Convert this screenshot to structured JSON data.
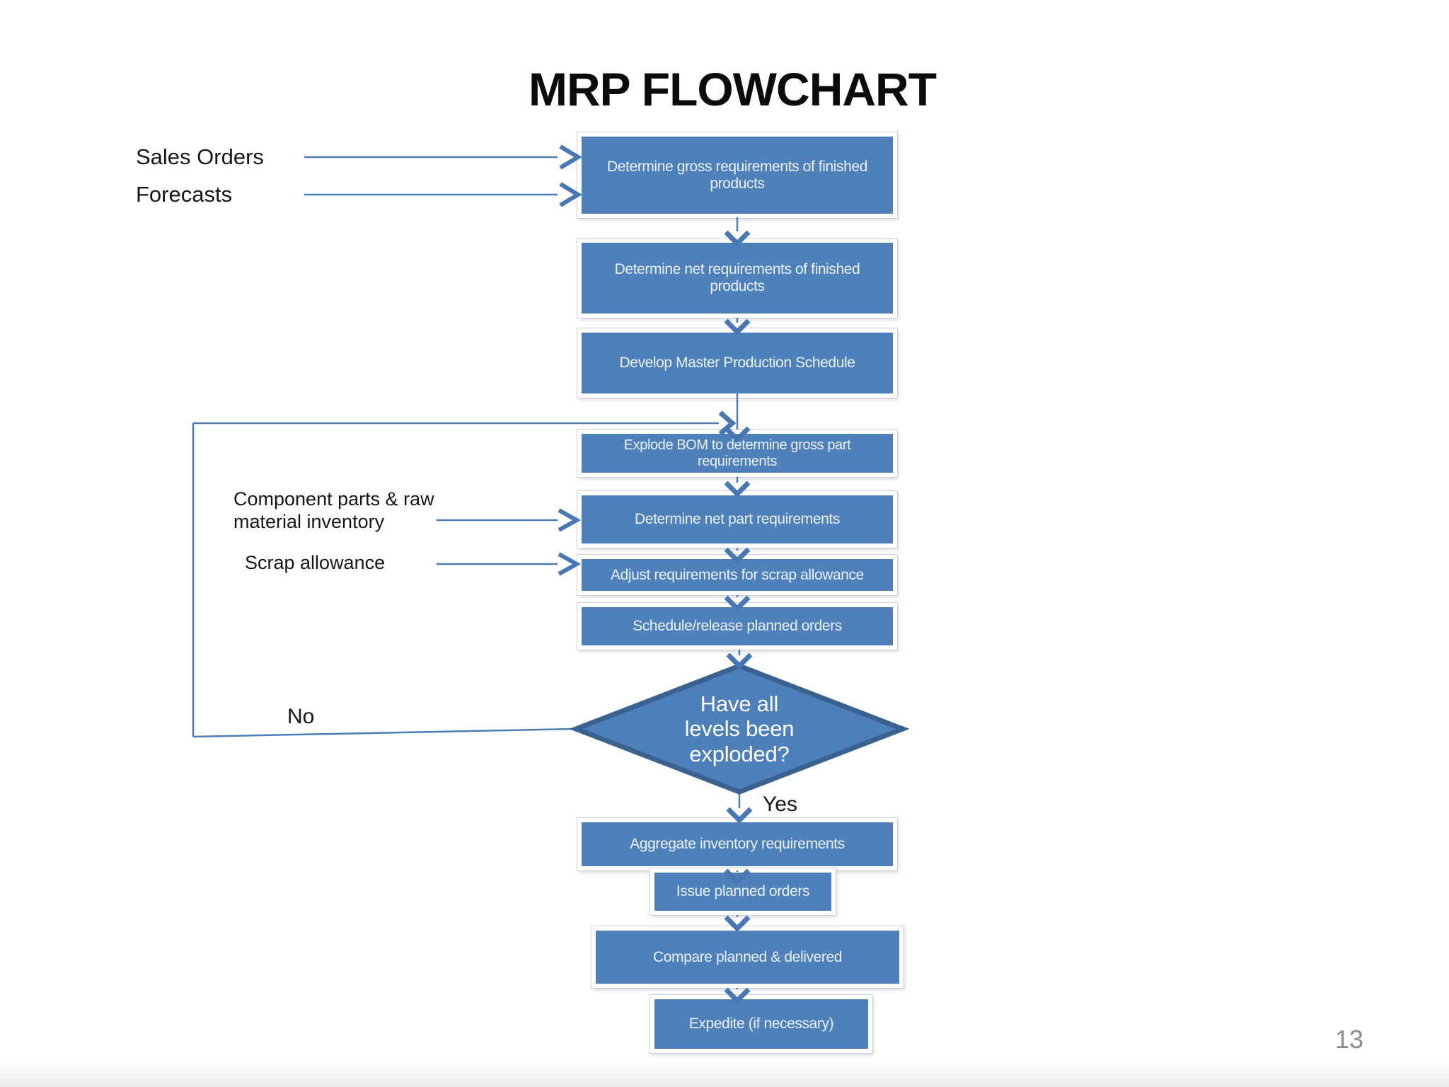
{
  "slide": {
    "title": "MRP FLOWCHART",
    "page_number": "13",
    "inputs": {
      "sales_orders": "Sales Orders",
      "forecasts": "Forecasts",
      "component_parts": "Component parts & raw material inventory",
      "scrap_allowance": "Scrap allowance"
    },
    "steps": [
      "Determine gross requirements of finished products",
      "Determine net requirements of finished products",
      "Develop Master Production Schedule",
      "Explode BOM to determine gross part requirements",
      "Determine net part requirements",
      "Adjust requirements for scrap allowance",
      "Schedule/release planned orders",
      "Aggregate inventory requirements",
      "Issue planned orders",
      "Compare planned & delivered",
      "Expedite (if necessary)"
    ],
    "decision": {
      "question": "Have all levels been exploded?",
      "lines": [
        "Have all",
        "levels been",
        "exploded?"
      ],
      "yes_label": "Yes",
      "no_label": "No"
    },
    "colors": {
      "box_fill": "#4e80ba",
      "box_text": "#e9f0f9",
      "diamond_fill": "#4d7fbb",
      "diamond_border": "#3a628f",
      "connector_blue": "#4878b4",
      "title_text": "#0b0b0b",
      "page_number_gray": "#8a8a8a"
    }
  }
}
